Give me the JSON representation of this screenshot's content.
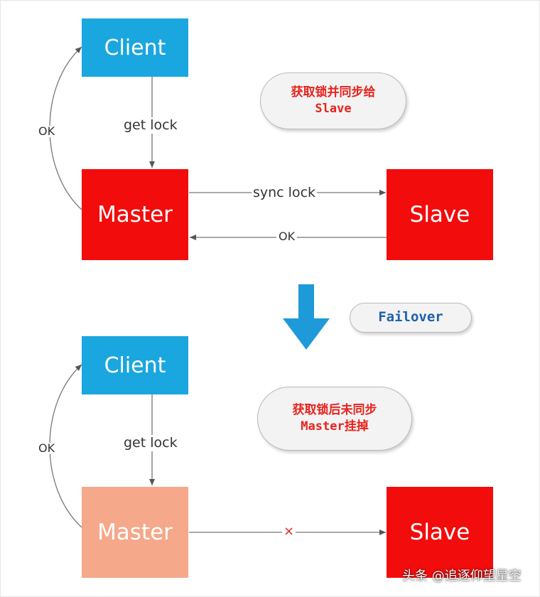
{
  "top": {
    "client": "Client",
    "master": "Master",
    "slave": "Slave",
    "get_lock": "get lock",
    "ok_left": "OK",
    "sync_lock": "sync lock",
    "ok_back": "OK",
    "bubble_line1": "获取锁并同步给",
    "bubble_line2": "Slave"
  },
  "failover": "Failover",
  "bottom": {
    "client": "Client",
    "master": "Master",
    "slave": "Slave",
    "get_lock": "get lock",
    "ok_left": "OK",
    "fail_mark": "×",
    "bubble_line1": "获取锁后未同步",
    "bubble_line2": "Master挂掉"
  },
  "watermark": "头条 @追逐仰望星空",
  "colors": {
    "client": "#1aa6df",
    "master": "#f20c0c",
    "slave": "#f20c0c",
    "master_down": "#f5a88a",
    "arrow_blue": "#1e9ad8",
    "bubble_red": "#e8231c",
    "bubble_blue": "#1d5fae"
  }
}
